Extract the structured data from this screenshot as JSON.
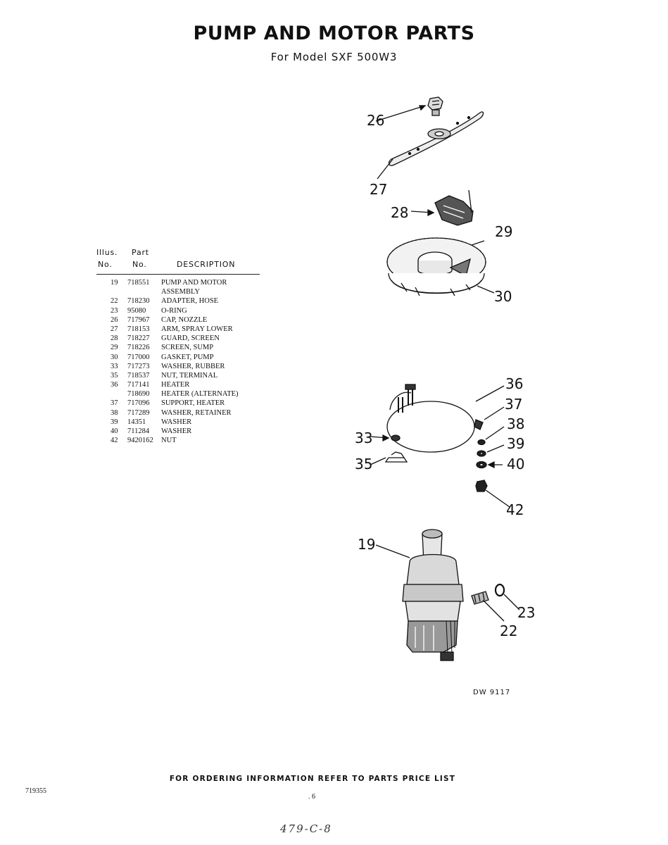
{
  "header": {
    "title": "PUMP AND MOTOR PARTS",
    "subtitle": "For Model SXF 500W3"
  },
  "table": {
    "col_illus_line1": "Illus.",
    "col_illus_line2": "No.",
    "col_part_line1": "Part",
    "col_part_line2": "No.",
    "col_desc": "DESCRIPTION",
    "rows": [
      {
        "illus": "19",
        "part": "718551",
        "desc": "PUMP AND MOTOR"
      },
      {
        "illus": "",
        "part": "",
        "desc": "ASSEMBLY"
      },
      {
        "illus": "22",
        "part": "718230",
        "desc": "ADAPTER, HOSE"
      },
      {
        "illus": "23",
        "part": "95080",
        "desc": "O-RING"
      },
      {
        "illus": "26",
        "part": "717967",
        "desc": "CAP, NOZZLE"
      },
      {
        "illus": "27",
        "part": "718153",
        "desc": "ARM, SPRAY LOWER"
      },
      {
        "illus": "28",
        "part": "718227",
        "desc": "GUARD, SCREEN"
      },
      {
        "illus": "29",
        "part": "718226",
        "desc": "SCREEN, SUMP"
      },
      {
        "illus": "30",
        "part": "717000",
        "desc": "GASKET, PUMP"
      },
      {
        "illus": "33",
        "part": "717273",
        "desc": "WASHER, RUBBER"
      },
      {
        "illus": "35",
        "part": "718537",
        "desc": "NUT, TERMINAL"
      },
      {
        "illus": "36",
        "part": "717141",
        "desc": "HEATER"
      },
      {
        "illus": "",
        "part": "718690",
        "desc": "HEATER (ALTERNATE)"
      },
      {
        "illus": "37",
        "part": "717096",
        "desc": "SUPPORT, HEATER"
      },
      {
        "illus": "38",
        "part": "717289",
        "desc": "WASHER, RETAINER"
      },
      {
        "illus": "39",
        "part": "14351",
        "desc": "WASHER"
      },
      {
        "illus": "40",
        "part": "711284",
        "desc": "WASHER"
      },
      {
        "illus": "42",
        "part": "9420162",
        "desc": "NUT"
      }
    ]
  },
  "callouts": {
    "c19": "19",
    "c22": "22",
    "c23": "23",
    "c26": "26",
    "c27": "27",
    "c28": "28",
    "c29": "29",
    "c30": "30",
    "c33": "33",
    "c35": "35",
    "c36": "36",
    "c37": "37",
    "c38": "38",
    "c39": "39",
    "c40": "40",
    "c42": "42"
  },
  "figure_code": "DW 9117",
  "footer": {
    "ordering_note": "FOR ORDERING INFORMATION REFER TO PARTS PRICE LIST",
    "doc_number": "719355",
    "page_number": ". 6",
    "handwritten_note": "479-C-8"
  }
}
